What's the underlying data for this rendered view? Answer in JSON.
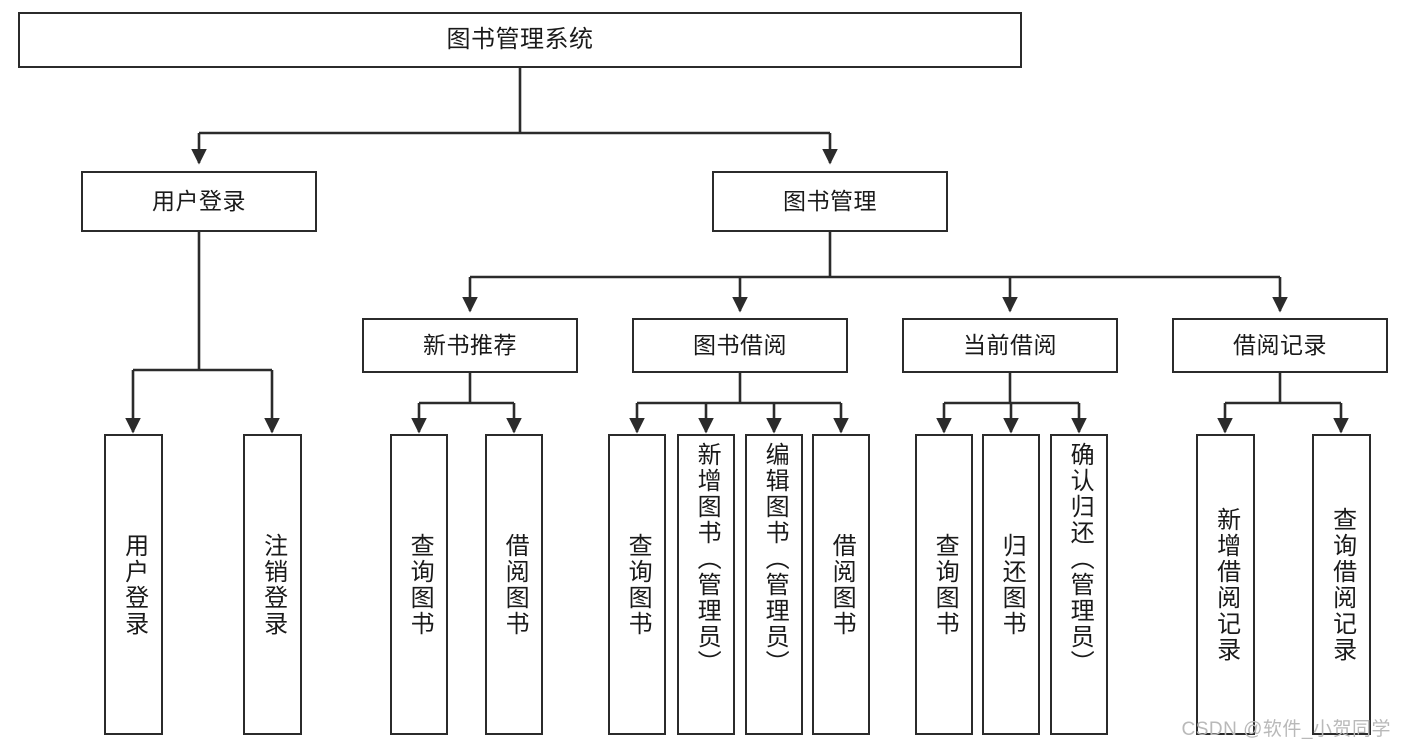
{
  "diagram": {
    "type": "tree-hierarchy",
    "title": "图书管理系统",
    "watermark": "CSDN @软件_小贺同学",
    "colors": {
      "stroke": "#2b2b2b",
      "fill": "#ffffff",
      "text": "#1a1a1a",
      "watermark": "#b9b9b9"
    },
    "levels": {
      "root": {
        "label": "图书管理系统"
      },
      "level1": [
        {
          "label": "用户登录"
        },
        {
          "label": "图书管理"
        }
      ],
      "level2": [
        {
          "label": "新书推荐"
        },
        {
          "label": "图书借阅"
        },
        {
          "label": "当前借阅"
        },
        {
          "label": "借阅记录"
        }
      ],
      "leaves": {
        "user_login": [
          {
            "label": "用户登录"
          },
          {
            "label": "注销登录"
          }
        ],
        "new_book_recommend": [
          {
            "label": "查询图书"
          },
          {
            "label": "借阅图书"
          }
        ],
        "book_borrow": [
          {
            "label": "查询图书"
          },
          {
            "label": "新增图书（管理员）"
          },
          {
            "label": "编辑图书（管理员）"
          },
          {
            "label": "借阅图书"
          }
        ],
        "current_borrow": [
          {
            "label": "查询图书"
          },
          {
            "label": "归还图书"
          },
          {
            "label": "确认归还（管理员）"
          }
        ],
        "borrow_record": [
          {
            "label": "新增借阅记录"
          },
          {
            "label": "查询借阅记录"
          }
        ]
      }
    }
  }
}
